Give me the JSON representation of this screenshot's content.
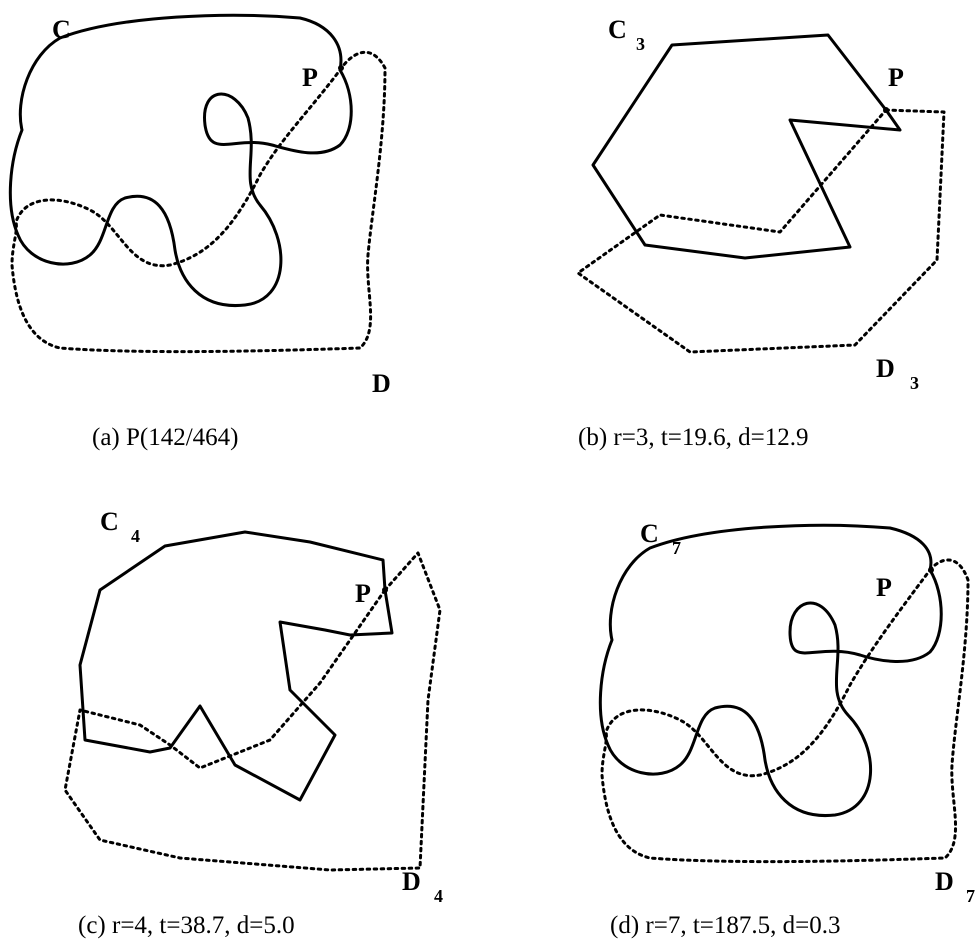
{
  "panels": {
    "a": {
      "curve_c": "C",
      "curve_d": "D",
      "point": "P",
      "caption": "(a) P(142/464)"
    },
    "b": {
      "curve_c": "C",
      "curve_c_sub": "3",
      "curve_d": "D",
      "curve_d_sub": "3",
      "point": "P",
      "caption": "(b) r=3, t=19.6, d=12.9"
    },
    "c": {
      "curve_c": "C",
      "curve_c_sub": "4",
      "curve_d": "D",
      "curve_d_sub": "4",
      "point": "P",
      "caption": "(c) r=4, t=38.7, d=5.0"
    },
    "d": {
      "curve_c": "C",
      "curve_c_sub": "7",
      "curve_d": "D",
      "curve_d_sub": "7",
      "point": "P",
      "caption": "(d) r=7, t=187.5, d=0.3"
    }
  }
}
